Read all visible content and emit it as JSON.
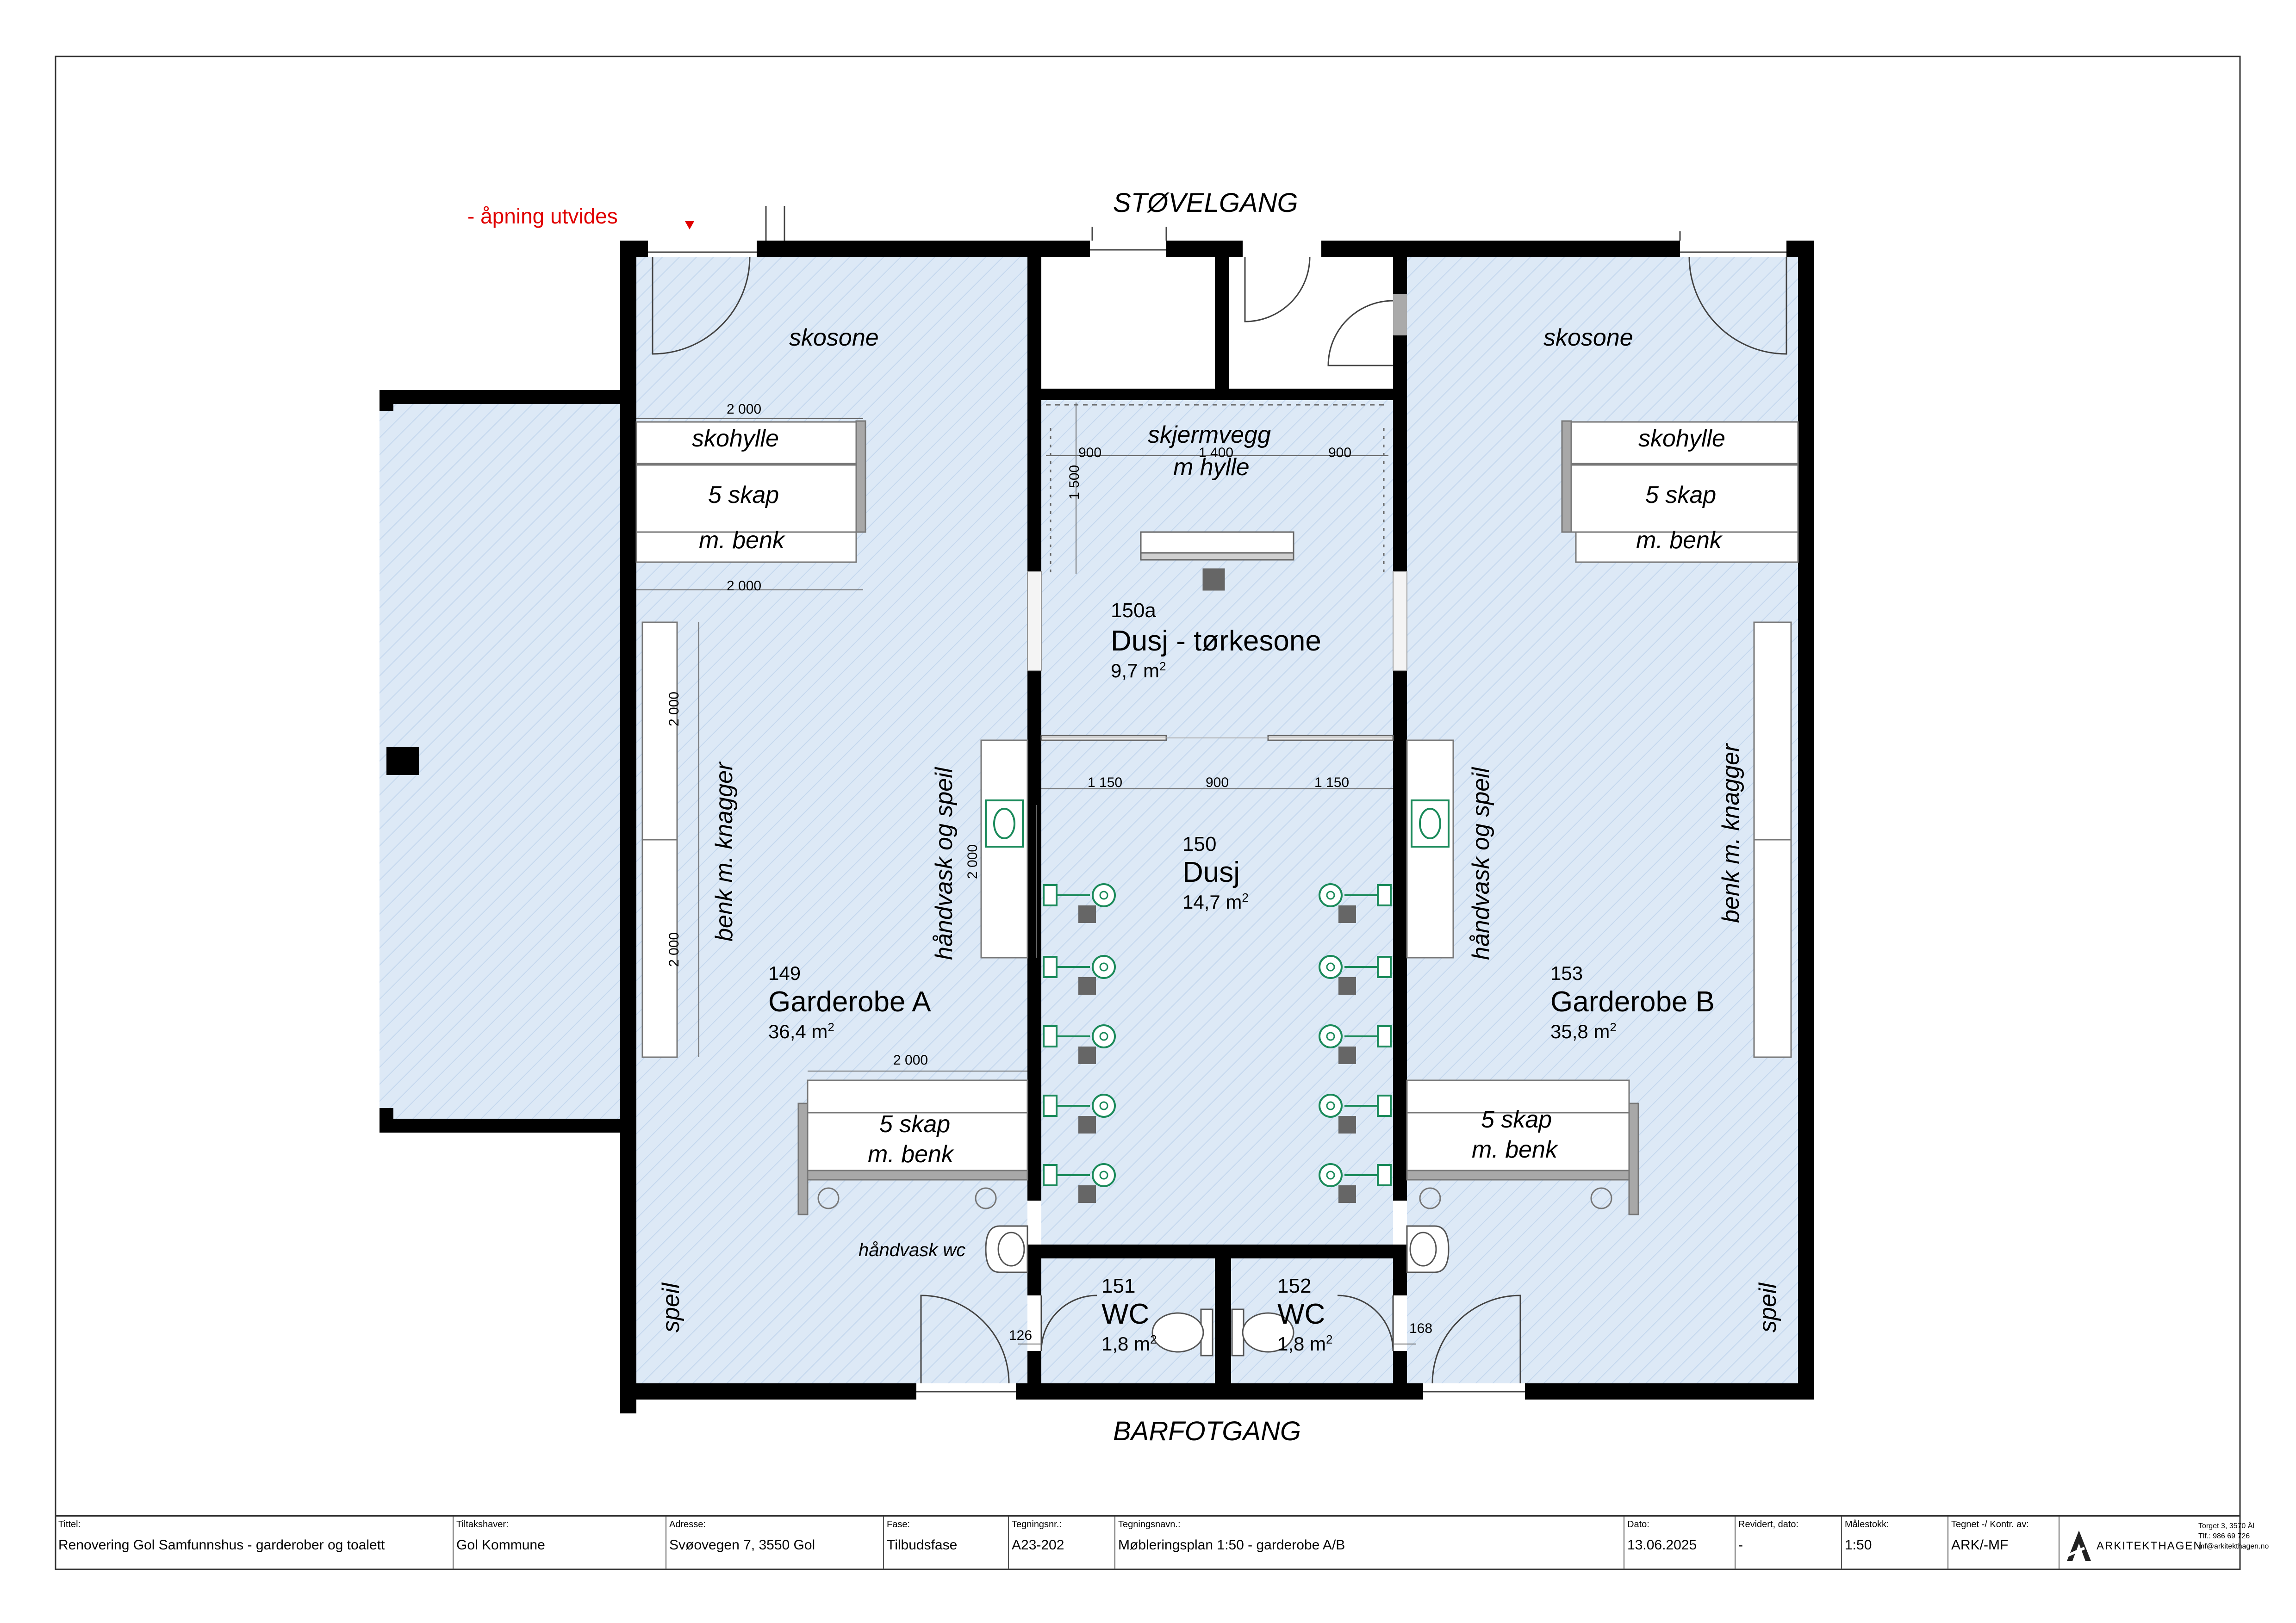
{
  "corridors": {
    "top": "STØVELGANG",
    "bottom": "BARFOTGANG"
  },
  "annotation": "- åpning utvides",
  "zone_labels": {
    "skosone": "skosone",
    "skohylle": "skohylle",
    "skap5": "5 skap",
    "mbenk": "m. benk",
    "benk_knagger": "benk m. knagger",
    "handvask_speil": "håndvask og speil",
    "handvask_wc": "håndvask wc",
    "speil": "speil",
    "skjermvegg": "skjermvegg",
    "m_hylle": "m hylle"
  },
  "dimensions": {
    "d2000": "2 000",
    "d900": "900",
    "d1400": "1 400",
    "d1500": "1 500",
    "d1150": "1 150",
    "d126": "126",
    "d168": "168"
  },
  "rooms": {
    "r149": {
      "number": "149",
      "name": "Garderobe A",
      "area": "36,4 m",
      "sup": "2"
    },
    "r153": {
      "number": "153",
      "name": "Garderobe B",
      "area": "35,8 m",
      "sup": "2"
    },
    "r150a": {
      "number": "150a",
      "name": "Dusj - tørkesone",
      "area": "9,7 m",
      "sup": "2"
    },
    "r150": {
      "number": "150",
      "name": "Dusj",
      "area": "14,7 m",
      "sup": "2"
    },
    "r151": {
      "number": "151",
      "name": "WC",
      "area": "1,8 m",
      "sup": "2"
    },
    "r152": {
      "number": "152",
      "name": "WC",
      "area": "1,8 m",
      "sup": "2"
    }
  },
  "title_block": {
    "tittel": {
      "label": "Tittel:",
      "value": "Renovering Gol Samfunnshus - garderober og toalett"
    },
    "tiltakshaver": {
      "label": "Tiltakshaver:",
      "value": "Gol Kommune"
    },
    "adresse": {
      "label": "Adresse:",
      "value": "Svøovegen 7, 3550 Gol"
    },
    "fase": {
      "label": "Fase:",
      "value": "Tilbudsfase"
    },
    "tegningsnr": {
      "label": "Tegningsnr.:",
      "value": "A23-202"
    },
    "tegningsnavn": {
      "label": "Tegningsnavn.:",
      "value": "Møbleringsplan 1:50 - garderobe A/B"
    },
    "dato": {
      "label": "Dato:",
      "value": "13.06.2025"
    },
    "revidert": {
      "label": "Revidert, dato:",
      "value": "-"
    },
    "malestokk": {
      "label": "Målestokk:",
      "value": "1:50"
    },
    "tegnet": {
      "label": "Tegnet -/ Kontr. av:",
      "value": "ARK/-MF"
    },
    "firm": "ARKITEKTHAGEN",
    "firm_addr1": "Torget 3, 3570 Ål",
    "firm_addr2": "Tlf.: 986 69 726",
    "firm_addr3": "mf@arkitekthagen.no"
  },
  "colors": {
    "wall": "#000000",
    "floor": "#dde9f6",
    "hatch": "#c3d6ec",
    "annotation": "#e00000",
    "fixture": "#1a8a5a",
    "grey": "#9a9a9a"
  }
}
